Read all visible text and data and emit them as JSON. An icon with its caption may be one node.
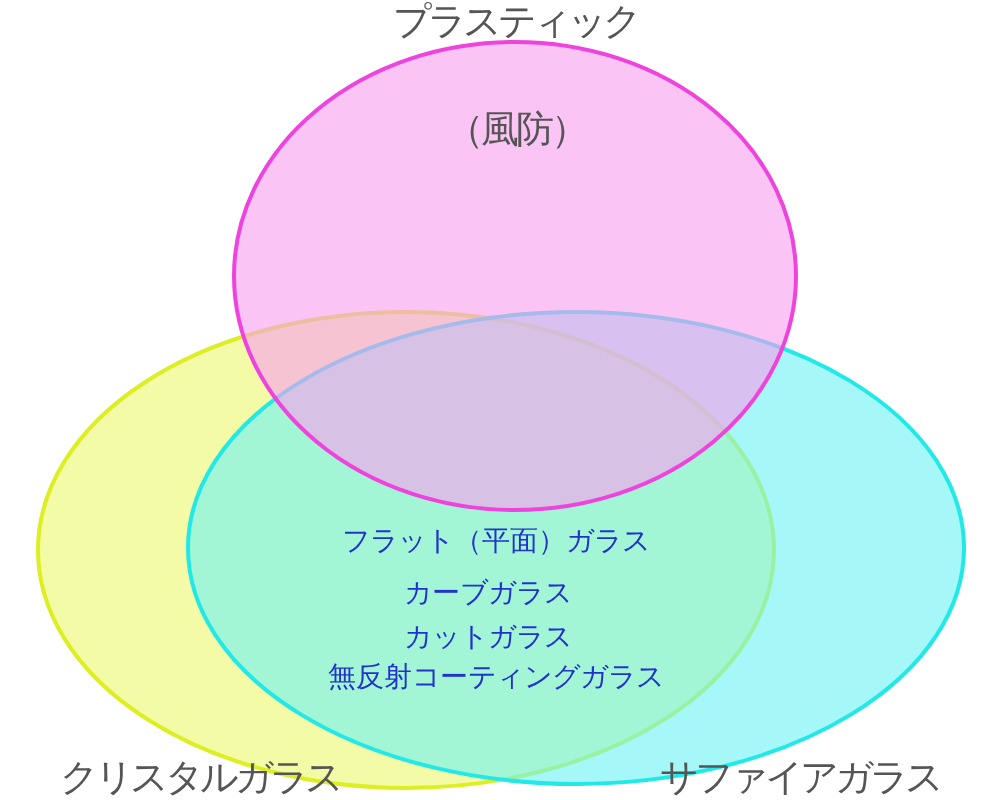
{
  "diagram": {
    "nodes": [
      {
        "text": [
          "プラスティック",
          "（風防）"
        ]
      },
      {
        "text": [
          "クリスタルガラス"
        ]
      },
      {
        "text": [
          "サファイアガラス"
        ]
      }
    ],
    "edges": [],
    "labels": [
      "フラット（平面）ガラス",
      "カーブガラス",
      "カットガラス",
      "無反射コーティングガラス"
    ]
  }
}
